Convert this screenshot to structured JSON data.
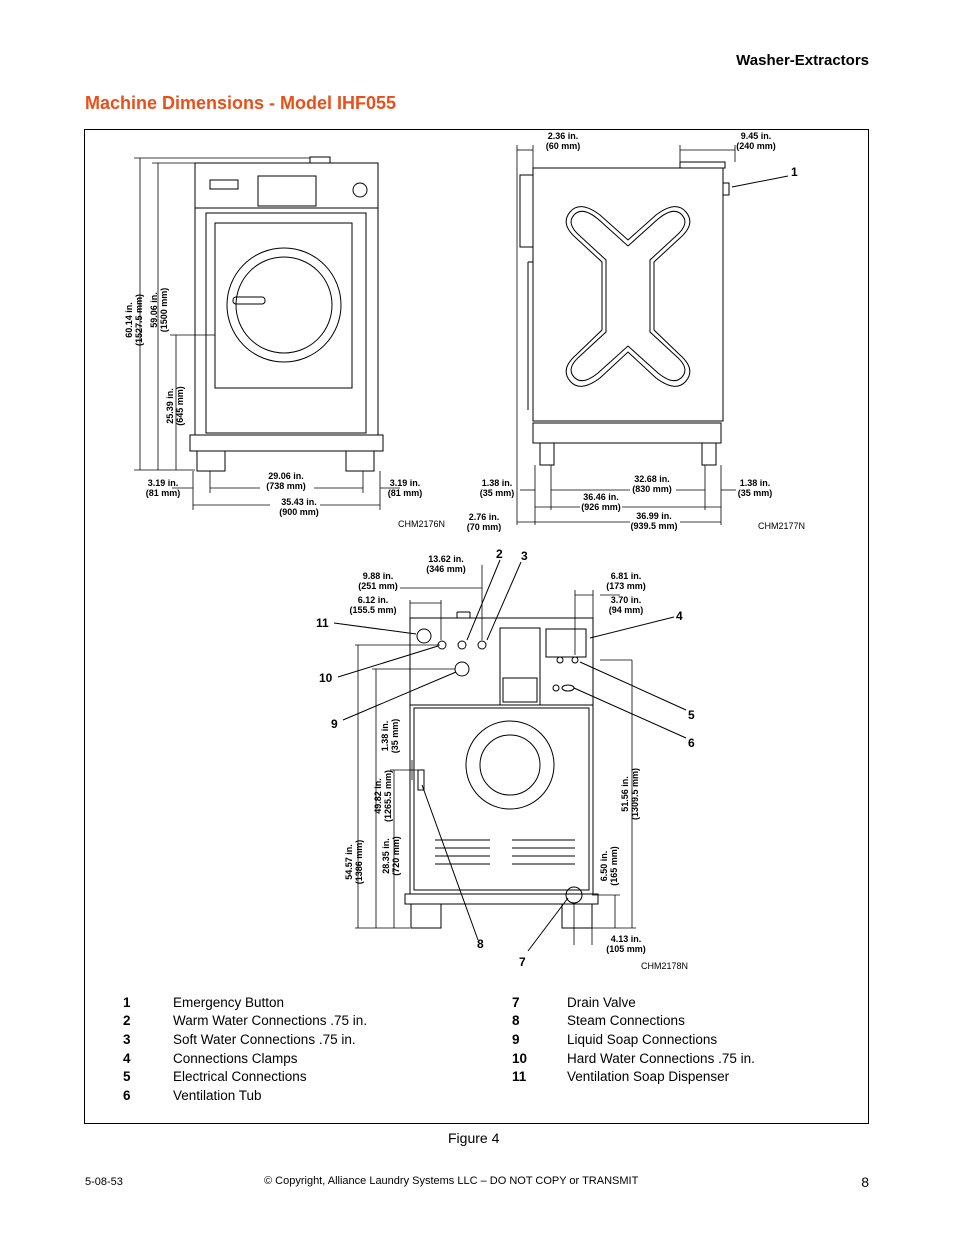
{
  "header": {
    "section": "Washer-Extractors"
  },
  "title": "Machine Dimensions - Model IHF055",
  "front_view": {
    "dims": {
      "height_total": [
        "60.14 in.",
        "(1527.5 mm)"
      ],
      "height_body": [
        "59.06 in.",
        "(1500 mm)"
      ],
      "door_height": [
        "25.39 in.",
        "(645 mm)"
      ],
      "left_offset": [
        "3.19 in.",
        "(81 mm)"
      ],
      "inner_width": [
        "29.06 in.",
        "(738 mm)"
      ],
      "right_offset": [
        "3.19 in.",
        "(81 mm)"
      ],
      "total_width": [
        "35.43 in.",
        "(900 mm)"
      ]
    },
    "code": "CHM2176N"
  },
  "side_view": {
    "dims": {
      "top_left": [
        "2.36 in.",
        "(60 mm)"
      ],
      "top_right": [
        "9.45 in.",
        "(240 mm)"
      ],
      "left_foot": [
        "1.38 in.",
        "(35 mm)"
      ],
      "base_span": [
        "32.68 in.",
        "(830 mm)"
      ],
      "right_foot": [
        "1.38 in.",
        "(35 mm)"
      ],
      "body_depth": [
        "36.46 in.",
        "(926 mm)"
      ],
      "rear_offset": [
        "2.76 in.",
        "(70 mm)"
      ],
      "total_depth": [
        "36.99 in.",
        "(939.5 mm)"
      ]
    },
    "code": "CHM2177N"
  },
  "rear_view": {
    "dims": {
      "top_wide": [
        "13.62 in.",
        "(346 mm)"
      ],
      "left_a": [
        "9.88 in.",
        "(251 mm)"
      ],
      "left_b": [
        "6.12 in.",
        "(155.5 mm)"
      ],
      "right_a": [
        "6.81 in.",
        "(173 mm)"
      ],
      "right_b": [
        "3.70 in.",
        "(94 mm)"
      ],
      "side_small": [
        "1.38 in.",
        "(35 mm)"
      ],
      "steam_height": [
        "49.82 in.",
        "(1265.5 mm)"
      ],
      "total_height": [
        "54.57 in.",
        "(1386 mm)"
      ],
      "soap_height": [
        "28.35 in.",
        "(720 mm)"
      ],
      "elec_height": [
        "51.56 in.",
        "(1309.5 mm)"
      ],
      "drain_height": [
        "6.50 in.",
        "(165 mm)"
      ],
      "drain_offset": [
        "4.13 in.",
        "(105 mm)"
      ]
    },
    "code": "CHM2178N"
  },
  "callouts": [
    "1",
    "2",
    "3",
    "4",
    "5",
    "6",
    "7",
    "8",
    "9",
    "10",
    "11"
  ],
  "legend_left": [
    {
      "num": "1",
      "label": "Emergency Button"
    },
    {
      "num": "2",
      "label": "Warm Water Connections .75 in."
    },
    {
      "num": "3",
      "label": "Soft Water Connections .75 in."
    },
    {
      "num": "4",
      "label": "Connections Clamps"
    },
    {
      "num": "5",
      "label": "Electrical Connections"
    },
    {
      "num": "6",
      "label": "Ventilation Tub"
    }
  ],
  "legend_right": [
    {
      "num": "7",
      "label": "Drain Valve"
    },
    {
      "num": "8",
      "label": "Steam Connections"
    },
    {
      "num": "9",
      "label": "Liquid Soap Connections"
    },
    {
      "num": "10",
      "label": "Hard Water Connections .75 in."
    },
    {
      "num": "11",
      "label": "Ventilation Soap Dispenser"
    }
  ],
  "caption": "Figure 4",
  "footer": {
    "doc_number": "5-08-53",
    "copyright": "© Copyright, Alliance Laundry Systems LLC – DO NOT COPY or TRANSMIT",
    "page": "8"
  }
}
